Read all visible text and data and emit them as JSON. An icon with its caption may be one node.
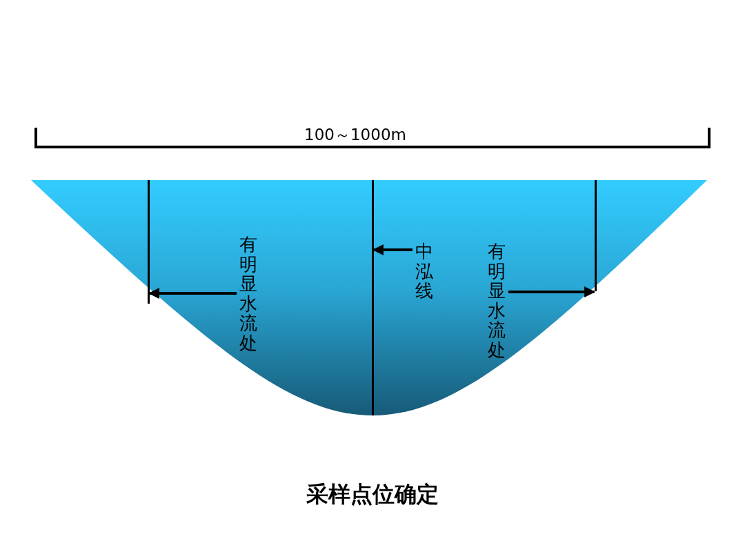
{
  "diagram": {
    "title": "采样点位确定",
    "nodes": [
      {
        "text": [],
        "shape": "bar"
      },
      {
        "text": [],
        "shape": "bar"
      },
      {
        "text": [],
        "shape": "bar"
      },
      {
        "text": [
          "有明显水流处"
        ]
      },
      {
        "text": [
          "中泓线"
        ]
      },
      {
        "text": [
          "有明显水流处"
        ]
      }
    ],
    "edges": [
      {
        "from": 3,
        "to": 0,
        "arrow": "to"
      },
      {
        "from": 4,
        "to": 1,
        "arrow": "to"
      },
      {
        "from": 5,
        "to": 2,
        "arrow": "to"
      }
    ],
    "labels": [
      "100～1000m"
    ]
  }
}
